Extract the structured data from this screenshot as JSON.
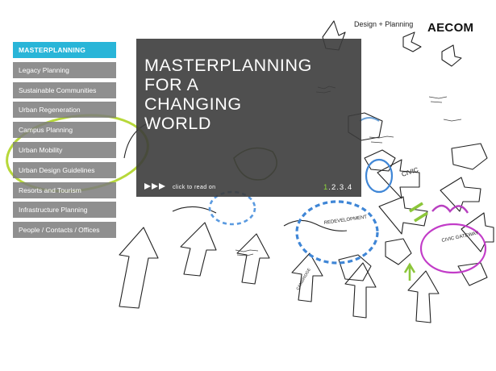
{
  "header": {
    "tagline": "Design + Planning",
    "logo_text": "AECOM"
  },
  "nav": {
    "items": [
      {
        "label": "MASTERPLANNING",
        "active": true
      },
      {
        "label": "Legacy Planning"
      },
      {
        "label": "Sustainable Communities"
      },
      {
        "label": "Urban Regeneration"
      },
      {
        "label": "Campus Planning"
      },
      {
        "label": "Urban Mobility"
      },
      {
        "label": "Urban Design Guidelines"
      },
      {
        "label": "Resorts and Tourism"
      },
      {
        "label": "Infrastructure Planning"
      },
      {
        "label": "People / Contacts / Offices"
      }
    ]
  },
  "hero": {
    "title_lines": [
      "MASTERPLANNING",
      "FOR A",
      "CHANGING",
      "WORLD"
    ],
    "cta": "click to read on",
    "pager": {
      "pages": [
        "1",
        "2",
        "3",
        "4"
      ],
      "separator": "."
    }
  },
  "sketch": {
    "labels": [
      "CIVIC",
      "REDEVELOPMENT",
      "CIVIC GATEWAY",
      "CAMBRIDGE"
    ]
  },
  "colors": {
    "nav_active": "#29b5d8",
    "nav_item": "#7d7d7d",
    "hero_bg": "#3c3c3c",
    "pager_current": "#8cd63a",
    "sketch_blue": "#3f86d6",
    "sketch_green": "#b7d83a",
    "sketch_magenta": "#c23cc8"
  }
}
